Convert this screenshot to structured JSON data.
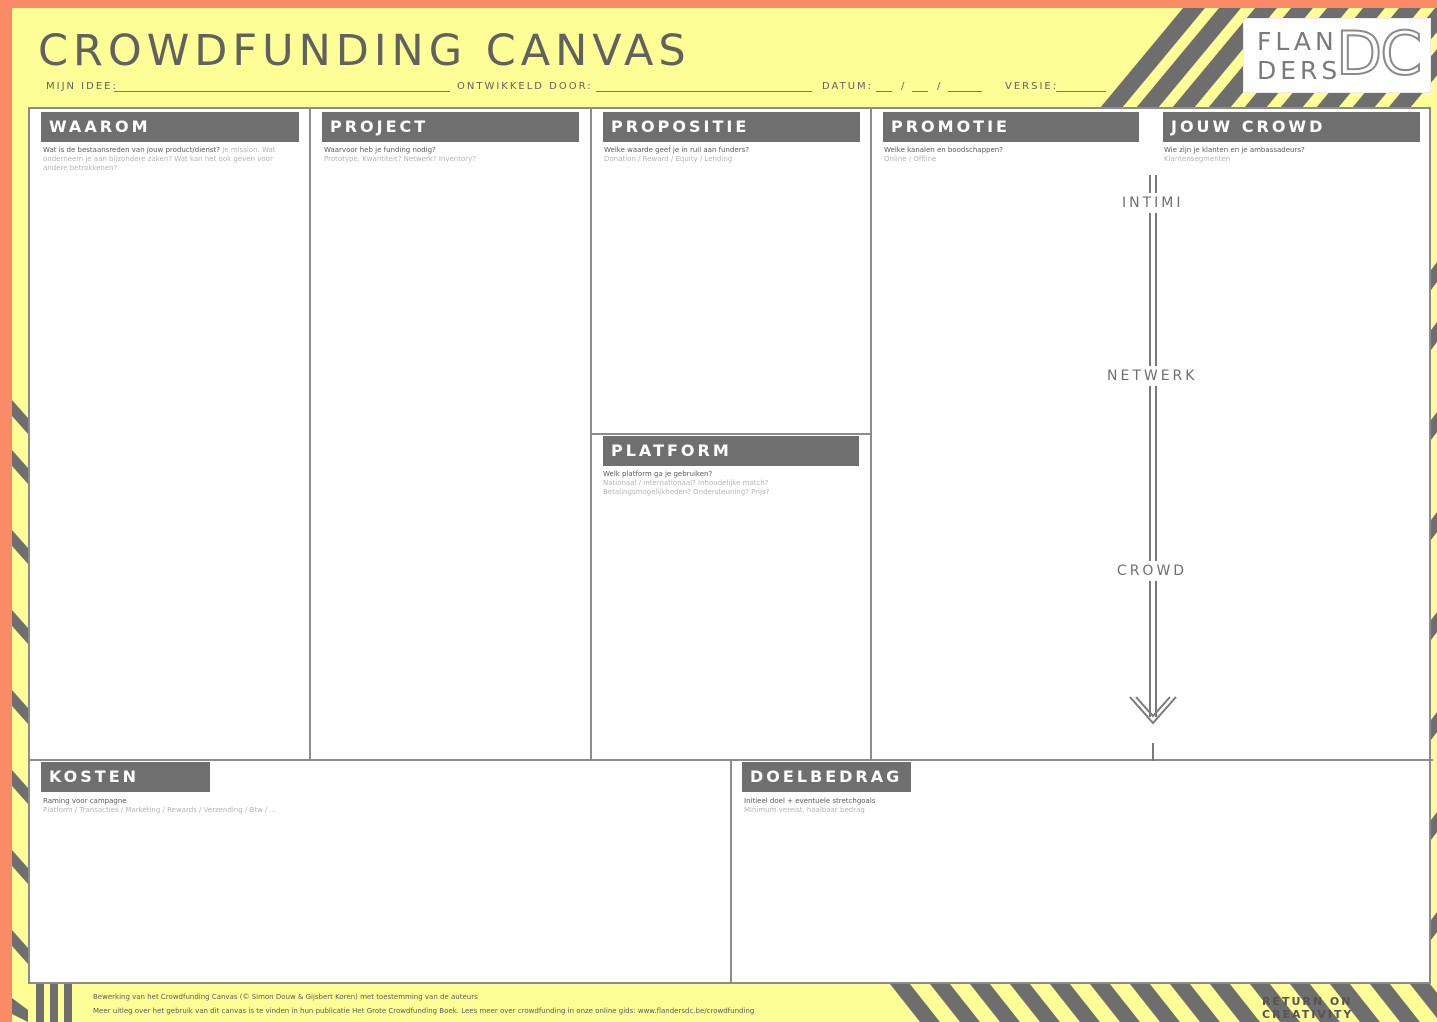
{
  "title": "CROWDFUNDING CANVAS",
  "meta": {
    "idea_label": "MIJN IDEE:",
    "developer_label": "ONTWIKKELD DOOR:",
    "date_label": "DATUM:",
    "date_sep1": "/",
    "date_sep2": "/",
    "version_label": "VERSIE:"
  },
  "logo": {
    "line1": "FLAN",
    "line2": "DERS",
    "mark": "DC"
  },
  "sections": {
    "waarom": {
      "title": "WAAROM",
      "q1": "Wat is de bestaansreden van jouw product/dienst?",
      "q2": "Je mission. Wat onderneem je aan bijzondere zaken? Wat kan het ook geven voor andere betrokkenen?"
    },
    "project": {
      "title": "PROJECT",
      "q1": "Waarvoor heb je funding nodig?",
      "q2": "Prototype, Kwantiteit? Netwerk? Inventory?"
    },
    "propositie": {
      "title": "PROPOSITIE",
      "q1": "Welke waarde geef je in ruil aan funders?",
      "q2": "Donation / Reward / Equity / Lending"
    },
    "platform": {
      "title": "PLATFORM",
      "q1": "Welk platform ga je gebruiken?",
      "q2": "Nationaal / internationaal? Inhoudelijke match? Betalingsmogelijkheden? Ondersteuning? Prijs?"
    },
    "promotie": {
      "title": "PROMOTIE",
      "q1": "Welke kanalen en boodschappen?",
      "q2": "Online / Offline"
    },
    "jouw_crowd": {
      "title": "JOUW CROWD",
      "q1": "Wie zijn je klanten en je ambassadeurs?",
      "q2": "Klantensegmenten"
    },
    "kosten": {
      "title": "KOSTEN",
      "q1": "Raming voor campagne",
      "q2": "Platform / Transacties / Marketing / Rewards / Verzending / Btw / ..."
    },
    "doelbedrag": {
      "title": "DOELBEDRAG",
      "q1": "Initieel doel + eventuele stretchgoals",
      "q2": "Minimum vereist, haalbaar bedrag"
    }
  },
  "crowd_levels": [
    "INTIMI",
    "NETWERK",
    "CROWD"
  ],
  "footer": {
    "line1": "Bewerking van het Crowdfunding Canvas (© Simon Douw & Gijsbert Koren) met toestemming van de auteurs",
    "line2": "Meer uitleg over het gebruik van dit canvas is te vinden in hun publicatie Het Grote Crowdfunding Boek. Lees meer over crowdfunding in onze online gids: www.flandersdc.be/crowdfunding"
  },
  "tagline": "RETURN ON CREATIVITY",
  "colors": {
    "background": "#fefe96",
    "accent": "#fb8a66",
    "header": "#6f6f6f",
    "stripe": "#6e6e6e"
  }
}
